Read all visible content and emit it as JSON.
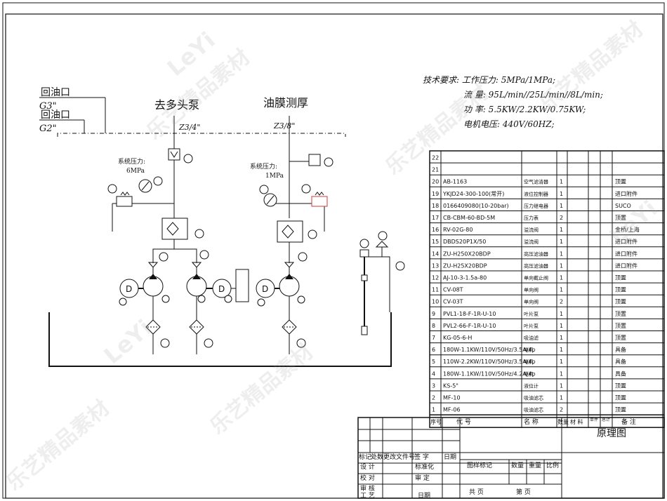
{
  "labels": {
    "return_port_1": "回油口",
    "return_port_1_size": "G3\"",
    "return_port_2": "回油口",
    "return_port_2_size": "G2\"",
    "to_pump": "去多头泵",
    "to_pump_size": "Z3/4\"",
    "oil_film": "油膜测厚",
    "oil_film_size": "Z3/8\"",
    "sys_pressure_left": "系统压力:",
    "sys_pressure_left_val": "6MPa",
    "sys_pressure_right": "系统压力:",
    "sys_pressure_right_val": "1MPa"
  },
  "tech_req": {
    "line1": "技术要求: 工作压力: 5MPa/1MPa;",
    "line2": "流    量: 95L/min//25L/min//8L/min;",
    "line3": "功    率: 5.5KW/2.2KW/0.75KW;",
    "line4": "电机电压: 440V/60HZ;"
  },
  "bom": {
    "rows": [
      {
        "no": "22",
        "code": "",
        "name": "",
        "qty": "",
        "note": ""
      },
      {
        "no": "21",
        "code": "",
        "name": "",
        "qty": "",
        "note": ""
      },
      {
        "no": "20",
        "code": "AB-1163",
        "name": "空气滤清器",
        "qty": "1",
        "note": "顶置"
      },
      {
        "no": "19",
        "code": "YKJD24-300-100(常开)",
        "name": "液位控制器",
        "qty": "1",
        "note": "进口附件"
      },
      {
        "no": "18",
        "code": "0166409080(10-20bar)",
        "name": "压力继电器",
        "qty": "1",
        "note": "SUCO"
      },
      {
        "no": "17",
        "code": "CB-CBM-60-BD-5M",
        "name": "压力表",
        "qty": "2",
        "note": "顶置"
      },
      {
        "no": "16",
        "code": "RV-02G-80",
        "name": "溢流阀",
        "qty": "1",
        "note": "金桥/上海"
      },
      {
        "no": "15",
        "code": "DBDS20P1X/50",
        "name": "溢流阀",
        "qty": "1",
        "note": "进口附件"
      },
      {
        "no": "14",
        "code": "ZU-H250X20BDP",
        "name": "高压滤油器",
        "qty": "1",
        "note": "进口附件"
      },
      {
        "no": "13",
        "code": "ZU-H25X20BDP",
        "name": "高压滤油器",
        "qty": "1",
        "note": "进口附件"
      },
      {
        "no": "12",
        "code": "AJ-10-3-1.5a-80",
        "name": "单向截止阀",
        "qty": "1",
        "note": "顶置"
      },
      {
        "no": "11",
        "code": "CV-08T",
        "name": "单向阀",
        "qty": "1",
        "note": "顶置"
      },
      {
        "no": "10",
        "code": "CV-03T",
        "name": "单向阀",
        "qty": "2",
        "note": "顶置"
      },
      {
        "no": "9",
        "code": "PVL1-18-F-1R-U-10",
        "name": "叶片泵",
        "qty": "1",
        "note": "顶置"
      },
      {
        "no": "8",
        "code": "PVL2-66-F-1R-U-10",
        "name": "叶片泵",
        "qty": "1",
        "note": "顶置"
      },
      {
        "no": "7",
        "code": "KG-05-6-H",
        "name": "吸油滤",
        "qty": "1",
        "note": "顶置"
      },
      {
        "no": "6",
        "code": "180W-1.1KW/110V/50Hz/3.5A/4p",
        "name": "电机",
        "qty": "1",
        "note": "具备"
      },
      {
        "no": "5",
        "code": "110W-2.2KW/110V/50Hz/3.5A/4p",
        "name": "电机",
        "qty": "1",
        "note": "具备"
      },
      {
        "no": "4",
        "code": "180W-1.1KW/110V/50Hz/4.2A/4p",
        "name": "电机",
        "qty": "1",
        "note": "具备"
      },
      {
        "no": "3",
        "code": "KS-5\"",
        "name": "液位计",
        "qty": "1",
        "note": "顶置"
      },
      {
        "no": "2",
        "code": "MF-10",
        "name": "吸油滤芯",
        "qty": "1",
        "note": "顶置"
      },
      {
        "no": "1",
        "code": "MF-06",
        "name": "吸油滤芯",
        "qty": "2",
        "note": "顶置"
      }
    ],
    "headers": {
      "no": "序号",
      "code": "代        号",
      "name": "名  称",
      "qty": "数量",
      "material": "材  料",
      "unit_weight": "单件",
      "total_weight": "总计",
      "note": "备    注"
    }
  },
  "title_block": {
    "drawing_name": "原理图",
    "rev_headers": [
      "标记",
      "处数",
      "更改文件号",
      "签  字",
      "日期"
    ],
    "row_design": "设  计",
    "row_std": "标准化",
    "row_check": "校  对",
    "row_review": "审  定",
    "row_audit": "审  核",
    "row_craft": "工  艺",
    "row_date": "日期",
    "stage_label": "图样标记",
    "qty_label": "数量",
    "weight_label": "重量",
    "scale_label": "比例",
    "total_sheets": "共    页",
    "sheet_no": "第    页"
  },
  "watermark": {
    "text": "乐艺精品素材",
    "brand": "LeYi"
  },
  "colors": {
    "line": "#111111",
    "flag_red": "#d23b3b",
    "watermark": "#9a9a9a"
  }
}
